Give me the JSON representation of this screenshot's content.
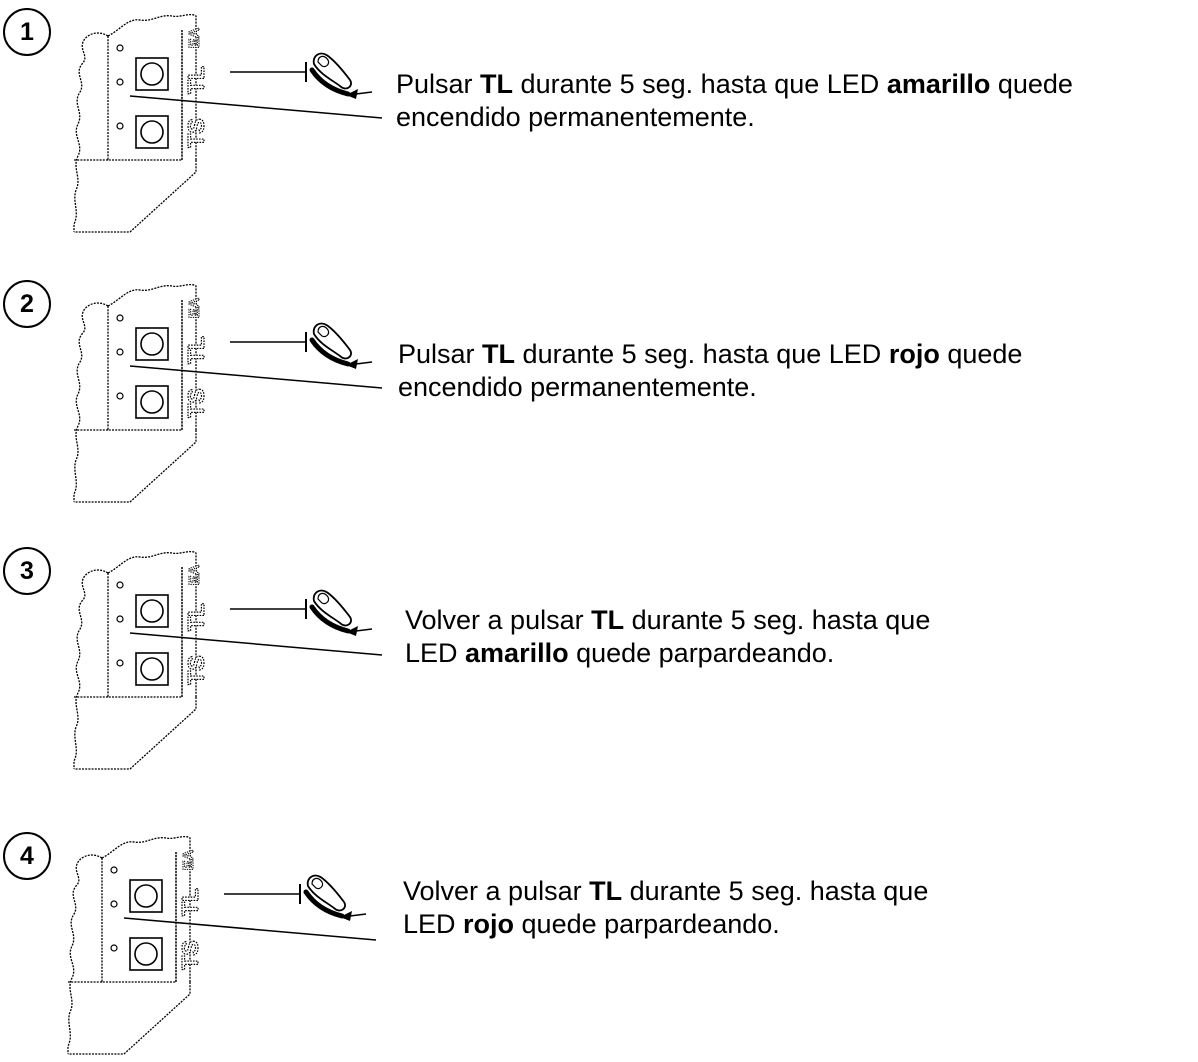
{
  "steps": [
    {
      "number": "1",
      "text_parts": [
        {
          "text": "Pulsar ",
          "bold": false
        },
        {
          "text": "TL",
          "bold": true
        },
        {
          "text": " durante 5 seg. hasta que LED ",
          "bold": false
        },
        {
          "text": "amarillo",
          "bold": true
        },
        {
          "text": " quede",
          "bold": false
        },
        {
          "text": "\nencendido permanentemente.",
          "bold": false
        }
      ]
    },
    {
      "number": "2",
      "text_parts": [
        {
          "text": "Pulsar ",
          "bold": false
        },
        {
          "text": "TL",
          "bold": true
        },
        {
          "text": " durante 5 seg. hasta que LED ",
          "bold": false
        },
        {
          "text": "rojo",
          "bold": true
        },
        {
          "text": " quede",
          "bold": false
        },
        {
          "text": "\nencendido permanentemente.",
          "bold": false
        }
      ]
    },
    {
      "number": "3",
      "text_parts": [
        {
          "text": "Volver a pulsar ",
          "bold": false
        },
        {
          "text": "TL",
          "bold": true
        },
        {
          "text": " durante 5 seg. hasta que",
          "bold": false
        },
        {
          "text": "\nLED ",
          "bold": false
        },
        {
          "text": "amarillo",
          "bold": true
        },
        {
          "text": " quede parpardeando.",
          "bold": false
        }
      ]
    },
    {
      "number": "4",
      "text_parts": [
        {
          "text": "Volver a pulsar ",
          "bold": false
        },
        {
          "text": "TL",
          "bold": true
        },
        {
          "text": " durante 5 seg. hasta que",
          "bold": false
        },
        {
          "text": "\nLED ",
          "bold": false
        },
        {
          "text": "rojo",
          "bold": true
        },
        {
          "text": " quede parpardeando.",
          "bold": false
        }
      ]
    }
  ],
  "board": {
    "label_tl": "TL",
    "label_ts": "TS",
    "label_edge": "EA"
  },
  "icons": {
    "finger": "finger-press-icon",
    "led": "led-indicator-icon",
    "button": "push-button-icon"
  },
  "colors": {
    "ink": "#000000",
    "paper": "#ffffff"
  }
}
